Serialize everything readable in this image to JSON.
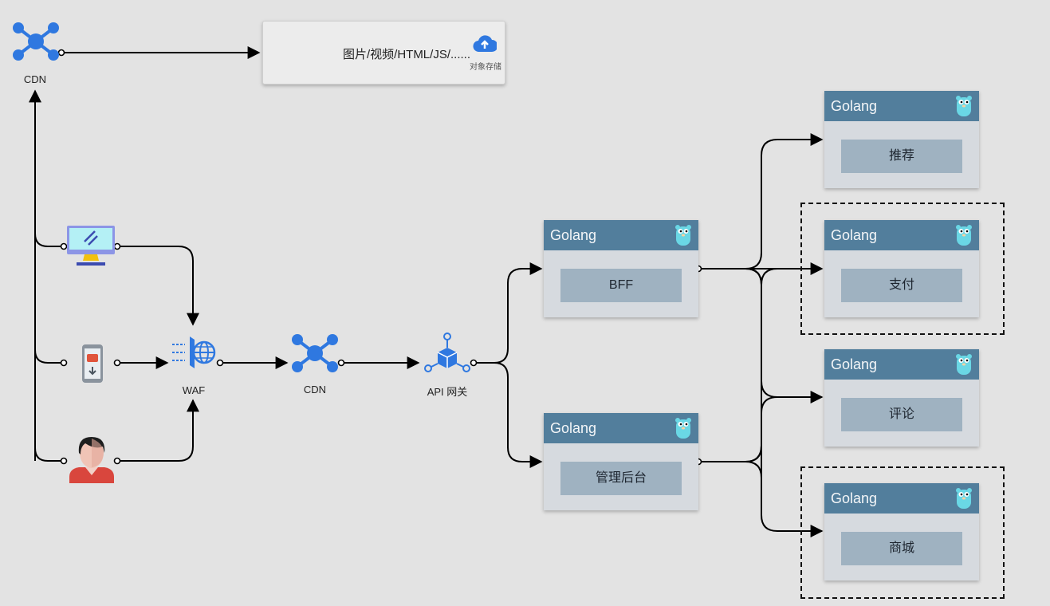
{
  "nodes": {
    "cdn_top": {
      "label": "CDN",
      "icon": "cdn-network-icon"
    },
    "storage": {
      "text": "图片/视频/HTML/JS/......",
      "caption": "对象存储",
      "icon": "cloud-upload-icon"
    },
    "desktop": {
      "icon": "desktop-monitor-icon"
    },
    "mobile": {
      "icon": "mobile-phone-icon"
    },
    "user": {
      "icon": "user-avatar-icon"
    },
    "waf": {
      "label": "WAF",
      "icon": "waf-firewall-icon"
    },
    "cdn_mid": {
      "label": "CDN",
      "icon": "cdn-network-icon"
    },
    "api_gateway": {
      "label": "API 网关",
      "icon": "api-gateway-icon"
    }
  },
  "services": [
    {
      "id": "bff",
      "header": "Golang",
      "name": "BFF"
    },
    {
      "id": "admin",
      "header": "Golang",
      "name": "管理后台"
    },
    {
      "id": "recommend",
      "header": "Golang",
      "name": "推荐"
    },
    {
      "id": "payment",
      "header": "Golang",
      "name": "支付"
    },
    {
      "id": "comment",
      "header": "Golang",
      "name": "评论"
    },
    {
      "id": "mall",
      "header": "Golang",
      "name": "商城"
    }
  ],
  "colors": {
    "background": "#e3e3e3",
    "service_header": "#527e9c",
    "service_body": "#d6dadf",
    "service_inner": "#9fb2c1",
    "icon_blue": "#2f78e0",
    "gopher": "#6ad7e5"
  }
}
